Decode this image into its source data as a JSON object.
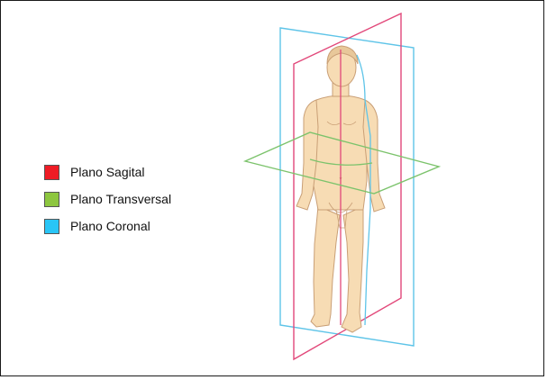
{
  "legend": {
    "items": [
      {
        "label": "Plano Sagital",
        "color": "#ee1c25"
      },
      {
        "label": "Plano Transversal",
        "color": "#8dc63f"
      },
      {
        "label": "Plano Coronal",
        "color": "#29c5f6"
      }
    ]
  },
  "colors": {
    "sagittal_plane_line": "#e2487a",
    "transverse_plane_line": "#7cc36c",
    "coronal_plane_line": "#5ec4e8",
    "skin": "#f7dcb4",
    "skin_outline": "#c99f76",
    "hair": "#e8c89a"
  }
}
